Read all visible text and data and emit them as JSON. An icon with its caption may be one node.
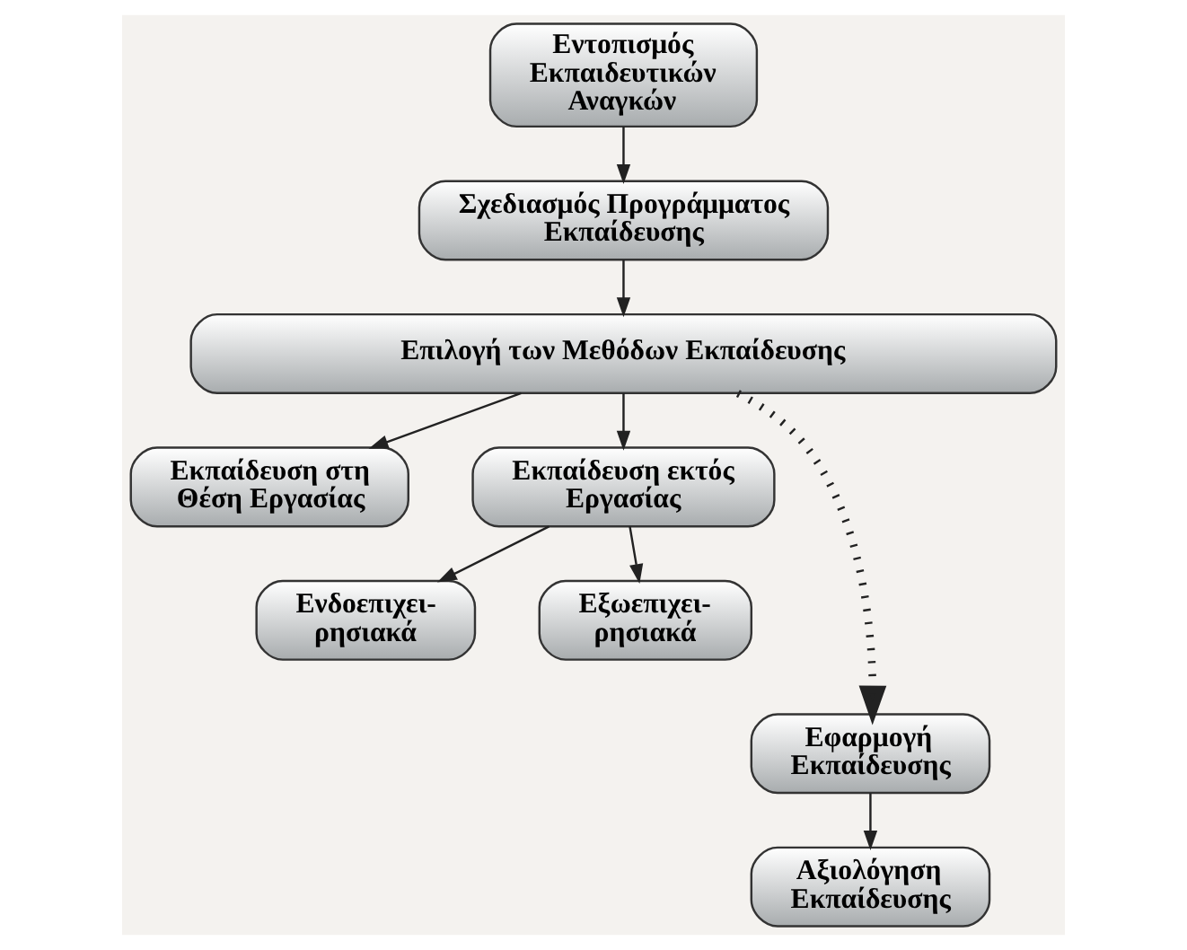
{
  "diagram": {
    "nodes": [
      {
        "text": [
          "Εντοπισμός Εκπαιδευτικών Αναγκών"
        ]
      },
      {
        "text": [
          "Σχεδιασμός Προγράμματος Εκπαίδευσης"
        ]
      },
      {
        "text": [
          "Επιλογή των Μεθόδων Εκπαίδευσης"
        ]
      },
      {
        "text": [
          "Εκπαίδευση στη Θέση Εργασίας"
        ]
      },
      {
        "text": [
          "Εκπαίδευση εκτός Εργασίας"
        ]
      },
      {
        "text": [
          "Ενδοεπιχει- ρησιακά"
        ]
      },
      {
        "text": [
          "Εξωεπιχει- ρησιακά"
        ]
      },
      {
        "text": [
          "Εφαρμογή Εκπαίδευσης"
        ]
      },
      {
        "text": [
          "Αξιολόγηση Εκπαίδευσης"
        ]
      }
    ],
    "edges": [
      {
        "from": 0,
        "to": 1,
        "arrow": "to"
      },
      {
        "from": 1,
        "to": 2,
        "arrow": "to"
      },
      {
        "from": 2,
        "to": 3,
        "arrow": "to"
      },
      {
        "from": 2,
        "to": 7,
        "arrow": "to",
        "style": "dashed"
      },
      {
        "from": 2,
        "to": 4,
        "arrow": "to"
      },
      {
        "from": 4,
        "to": 5,
        "arrow": "to"
      },
      {
        "from": 4,
        "to": 6,
        "arrow": "to"
      },
      {
        "from": 7,
        "to": 8,
        "arrow": "to"
      }
    ]
  }
}
